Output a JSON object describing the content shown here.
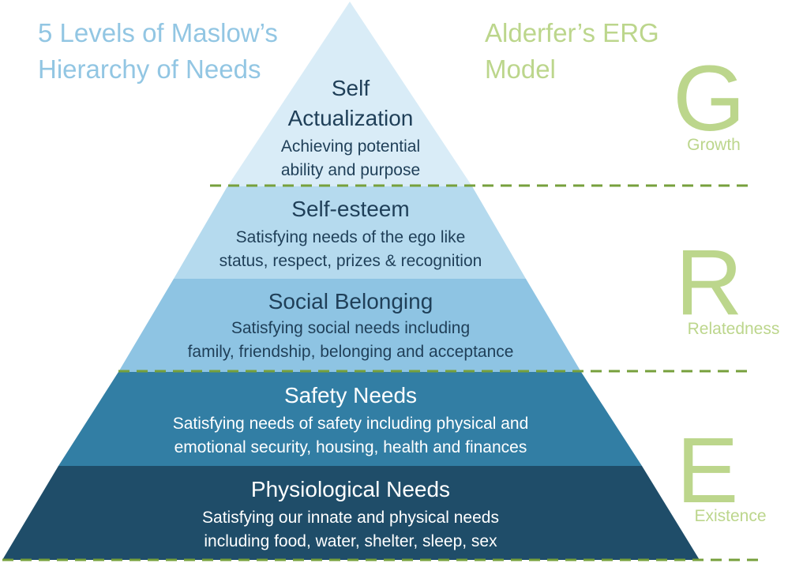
{
  "maslow_title": {
    "line1": "5 Levels of Maslow’s",
    "line2": "Hierarchy of Needs"
  },
  "erg_title": {
    "line1": "Alderfer’s ERG",
    "line2": "Model"
  },
  "levels": [
    {
      "title": "Self",
      "title2": "Actualization",
      "desc1": "Achieving potential",
      "desc2": "ability and purpose"
    },
    {
      "title": "Self-esteem",
      "desc1": "Satisfying needs of the ego like",
      "desc2": "status, respect, prizes & recognition"
    },
    {
      "title": "Social Belonging",
      "desc1": "Satisfying social needs including",
      "desc2": "family, friendship, belonging and acceptance"
    },
    {
      "title": "Safety Needs",
      "desc1": "Satisfying needs of safety including physical and",
      "desc2": "emotional security, housing, health and finances"
    },
    {
      "title": "Physiological Needs",
      "desc1": "Satisfying our innate and physical needs",
      "desc2": "including food, water, shelter, sleep, sex"
    }
  ],
  "erg": [
    {
      "letter": "G",
      "label": "Growth"
    },
    {
      "letter": "R",
      "label": "Relatedness"
    },
    {
      "letter": "E",
      "label": "Existence"
    }
  ],
  "colors": {
    "title_blue": "#92c6e3",
    "erg_green": "#bcd68c",
    "divider_green": "#77a03c",
    "level_1_fill": "#d9ecf7",
    "level_2_fill": "#b5daee",
    "level_3_fill": "#8ec4e3",
    "level_4_fill": "#327ea4",
    "level_5_fill": "#1f4d69",
    "dark_text": "#1f3f58",
    "light_text": "#ffffff"
  }
}
